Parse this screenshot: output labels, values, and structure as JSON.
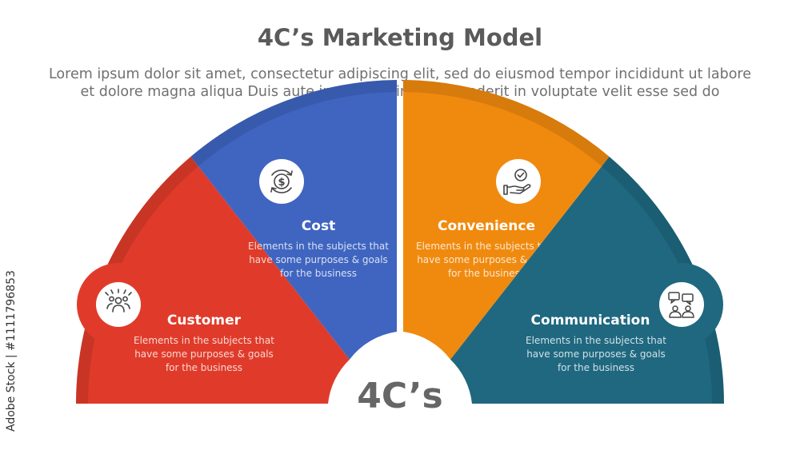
{
  "title": "4C’s Marketing Model",
  "subtitle_line1": "Lorem ipsum dolor sit amet, consectetur adipiscing elit, sed do eiusmod tempor incididunt ut labore",
  "subtitle_line2": "et dolore magna aliqua Duis aute irure dolor in reprehenderit in voluptate velit esse sed do",
  "center_label": "4C’s",
  "side_text": "Adobe Stock | #1111796853",
  "colors": {
    "customer": "#e03b2a",
    "cost": "#3f65c0",
    "convenience": "#f08a0f",
    "communication": "#1f6880"
  },
  "segments": [
    {
      "id": "customer",
      "title": "Customer",
      "icon": "people-group-icon",
      "desc_line1": "Elements in the subjects that",
      "desc_line2": "have  some purposes & goals",
      "desc_line3": "for the  business"
    },
    {
      "id": "cost",
      "title": "Cost",
      "icon": "dollar-cycle-icon",
      "desc_line1": "Elements in the subjects that",
      "desc_line2": "have  some purposes & goals",
      "desc_line3": "for the  business"
    },
    {
      "id": "convenience",
      "title": "Convenience",
      "icon": "hand-check-icon",
      "desc_line1": "Elements in the subjects that",
      "desc_line2": "have  some purposes & goals",
      "desc_line3": "for the  business"
    },
    {
      "id": "communication",
      "title": "Communication",
      "icon": "chat-people-icon",
      "desc_line1": "Elements in the subjects that",
      "desc_line2": "have  some purposes & goals",
      "desc_line3": "for the  business"
    }
  ]
}
